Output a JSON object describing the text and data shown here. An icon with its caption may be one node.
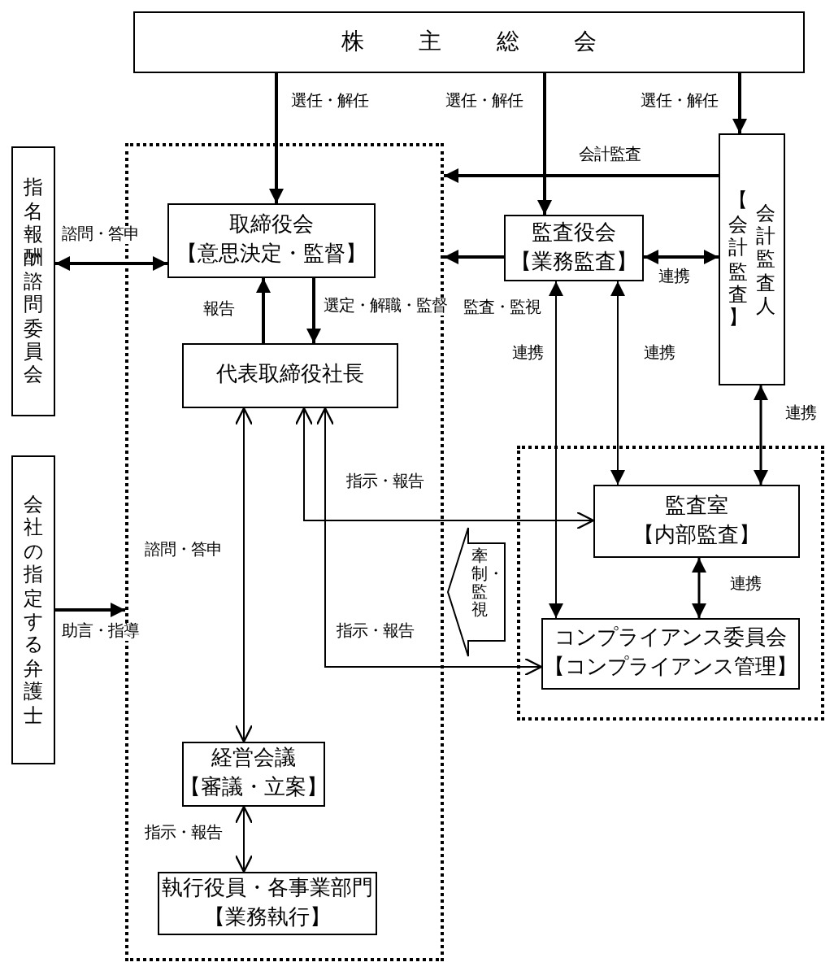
{
  "diagram": {
    "nodes": [
      {
        "text": [
          "株主総会"
        ]
      },
      {
        "text": [
          "指名報酬諮問委員会"
        ]
      },
      {
        "text": [],
        "shape": "box"
      },
      {
        "text": [
          "取締役会",
          "【意思決定・監督】"
        ],
        "in": 2
      },
      {
        "text": [
          "監査役会",
          "【業務監査】"
        ]
      },
      {
        "text": [
          "【会計監査】",
          "会計監査人"
        ]
      },
      {
        "text": [
          "代表取締役社長"
        ],
        "in": 2
      },
      {
        "text": [],
        "shape": "box"
      },
      {
        "text": [
          "監査室",
          "【内部監査】"
        ],
        "in": 7
      },
      {
        "text": [
          "会社の指定する弁護士"
        ]
      },
      {
        "text": [
          "牽制・監視"
        ]
      },
      {
        "text": [
          "コンプライアンス委員会",
          "【コンプライアンス管理】"
        ],
        "in": 7
      },
      {
        "text": [
          "経営会議",
          "【審議・立案】"
        ],
        "in": 2
      },
      {
        "text": [
          "執行役員・各事業部門",
          "【業務執行】"
        ],
        "in": 2
      }
    ],
    "edges": [
      {
        "from": 0,
        "to": 3,
        "arrow": "to",
        "label": "選任・解任"
      },
      {
        "from": 0,
        "to": 4,
        "arrow": "to",
        "label": "選任・解任"
      },
      {
        "from": 0,
        "to": 5,
        "arrow": "to",
        "label": "選任・解任"
      },
      {
        "from": 5,
        "to": 2,
        "arrow": "to",
        "label": "会計監査"
      },
      {
        "from": 4,
        "to": 2,
        "arrow": "to"
      },
      {
        "from": 4,
        "to": 5,
        "arrow": "both",
        "label": "連携"
      },
      {
        "from": 1,
        "to": 3,
        "arrow": "both",
        "label": "諮問・答申"
      },
      {
        "from": 3,
        "to": 6,
        "arrow": "to",
        "label": "選定・解職・監督"
      },
      {
        "from": 6,
        "to": 3,
        "arrow": "to",
        "label": "報告"
      },
      {
        "from": 6,
        "to": 12,
        "arrow": "both",
        "label": "諮問・答申"
      },
      {
        "from": 6,
        "to": 8,
        "arrow": "both",
        "label": "指示・報告"
      },
      {
        "from": 6,
        "to": 11,
        "arrow": "both",
        "label": "指示・報告"
      },
      {
        "from": 4,
        "to": 11,
        "arrow": "both",
        "label": "連携"
      },
      {
        "from": 4,
        "to": 8,
        "arrow": "both",
        "label": "連携"
      },
      {
        "from": 5,
        "to": 8,
        "arrow": "both",
        "label": "連携"
      },
      {
        "from": 8,
        "to": 11,
        "arrow": "both",
        "label": "連携"
      },
      {
        "from": 12,
        "to": 13,
        "arrow": "both",
        "label": "指示・報告"
      },
      {
        "from": 9,
        "to": 2,
        "arrow": "to",
        "label": "助言・指導"
      }
    ],
    "labels": [
      "監査・監視"
    ]
  }
}
